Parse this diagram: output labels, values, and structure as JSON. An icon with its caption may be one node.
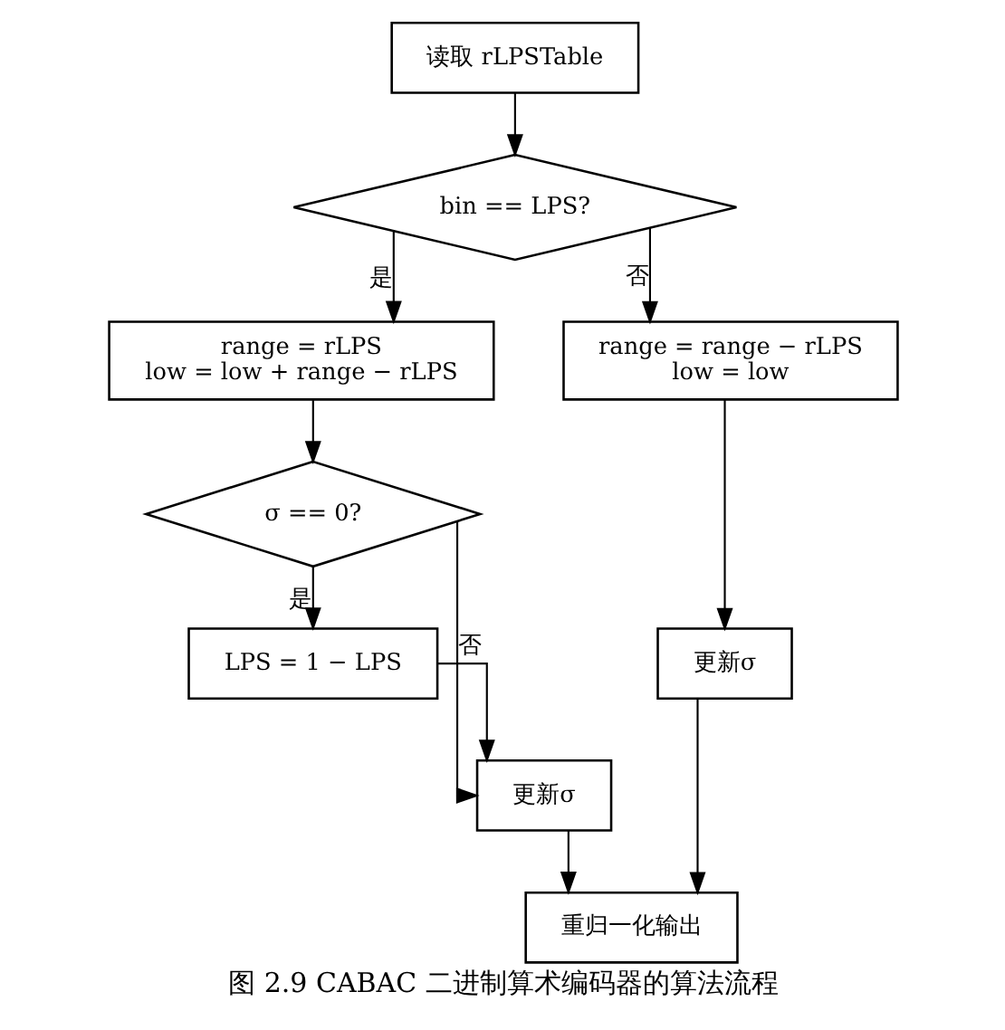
{
  "diagram": {
    "caption": "图 2.9 CABAC 二进制算术编码器的算法流程",
    "nodes": [
      {
        "text": [
          "读取 rLPSTable"
        ]
      },
      {
        "text": [
          "bin == LPS?"
        ]
      },
      {
        "text": [
          "range = rLPS",
          "low = low + range − rLPS"
        ]
      },
      {
        "text": [
          "range = range − rLPS",
          "low = low"
        ]
      },
      {
        "text": [
          "σ == 0?"
        ]
      },
      {
        "text": [
          "LPS = 1 − LPS"
        ]
      },
      {
        "text": [
          "更新σ"
        ]
      },
      {
        "text": [
          "更新σ"
        ]
      },
      {
        "text": [
          "重归一化输出"
        ]
      }
    ],
    "edges": [
      {
        "from": 0,
        "to": 1,
        "arrow": "to"
      },
      {
        "from": 1,
        "to": 2,
        "arrow": "to",
        "label": "是"
      },
      {
        "from": 1,
        "to": 3,
        "arrow": "to",
        "label": "否"
      },
      {
        "from": 2,
        "to": 4,
        "arrow": "to"
      },
      {
        "from": 4,
        "to": 5,
        "arrow": "to",
        "label": "是"
      },
      {
        "from": 4,
        "to": 6,
        "arrow": "to",
        "label": "否"
      },
      {
        "from": 5,
        "to": 6,
        "arrow": "to"
      },
      {
        "from": 3,
        "to": 7,
        "arrow": "to"
      },
      {
        "from": 6,
        "to": 8,
        "arrow": "to"
      },
      {
        "from": 7,
        "to": 8,
        "arrow": "to"
      }
    ]
  }
}
